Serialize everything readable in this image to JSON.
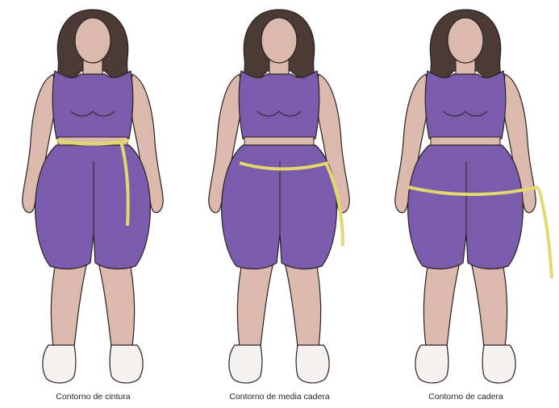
{
  "colors": {
    "skin": "#dcb9ad",
    "outfit": "#7b5bab",
    "outfit_dark": "#4a2f6e",
    "hair": "#4b3a35",
    "outline": "#2a2222",
    "shoes": "#f4f1ee",
    "tape": "#e1d86e"
  },
  "panels": [
    {
      "caption": "Contorno de cintura",
      "measure": "waist"
    },
    {
      "caption": "Contorno de media cadera",
      "measure": "mid-hip"
    },
    {
      "caption": "Contorno de cadera",
      "measure": "hip"
    }
  ]
}
